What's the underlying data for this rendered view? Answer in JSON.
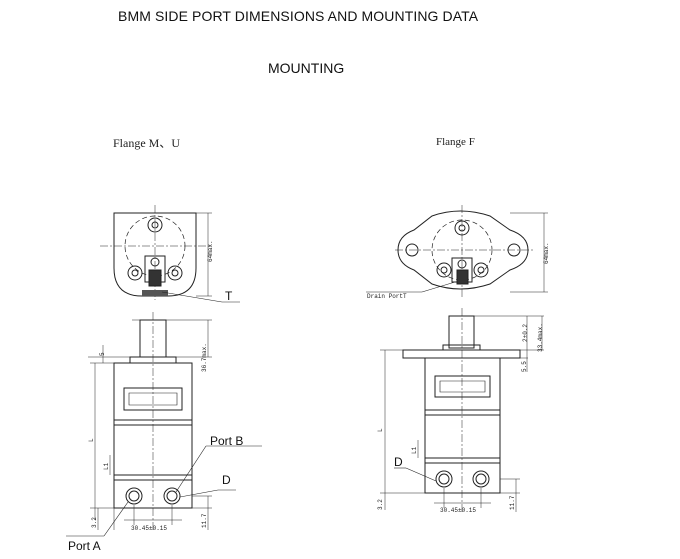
{
  "header": {
    "title": "BMM SIDE PORT DIMENSIONS AND MOUNTING DATA",
    "subtitle": "MOUNTING"
  },
  "flange_mu": {
    "label": "Flange  M、U",
    "callouts": {
      "t": "T",
      "port_b": "Port B",
      "d": "D",
      "port_a": "Port A"
    },
    "dims": {
      "height_top": "64max.",
      "shaft": "36.7max.",
      "shoulder": "5",
      "length": "L",
      "l1": "L1",
      "bottom_gap": "3.2",
      "ports_spacing": "30.45±0.15",
      "port_height": "11.7"
    }
  },
  "flange_f": {
    "label": "Flange  F",
    "callouts": {
      "drain": "Drain PortT",
      "d": "D"
    },
    "dims": {
      "height_top": "64max.",
      "shaft_a": "2±0.2",
      "shaft_b": "33.4max.",
      "flange_thick": "5.5",
      "length": "L",
      "l1": "L1",
      "bottom_gap": "3.2",
      "ports_spacing": "30.45±0.15",
      "port_height": "11.7"
    }
  }
}
